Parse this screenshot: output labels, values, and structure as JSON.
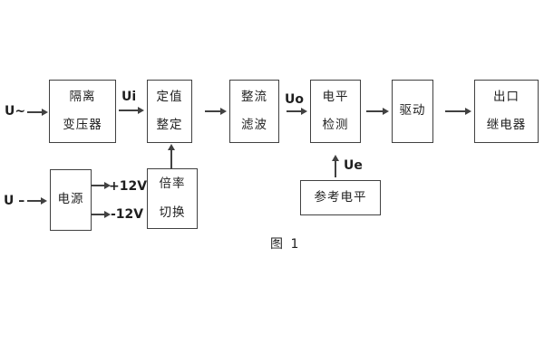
{
  "diagram": {
    "title": "relay signal-flow block diagram",
    "caption": "图 1",
    "blocks": {
      "isolation_transformer": {
        "line1": "隔离",
        "line2": "变压器"
      },
      "setpoint_adjust": {
        "line1": "定值",
        "line2": "整定"
      },
      "rectifier_filter": {
        "line1": "整流",
        "line2": "滤波"
      },
      "level_detect": {
        "line1": "电平",
        "line2": "检测"
      },
      "drive": {
        "label": "驱动"
      },
      "output_relay": {
        "line1": "出口",
        "line2": "继电器"
      },
      "power_supply": {
        "label": "电源"
      },
      "multiplier_switch": {
        "line1": "倍率",
        "line2": "切换"
      },
      "reference_level": {
        "label": "参考电平"
      }
    },
    "signals": {
      "input_ac": "U~",
      "input_dc": "U –",
      "ui": "Ui",
      "uo": "Uo",
      "ue": "Ue",
      "plus_12v": "+12V",
      "minus_12v": "-12V"
    },
    "colors": {
      "line": "#414141",
      "text": "#1f1f1f",
      "background": "#ffffff"
    }
  }
}
